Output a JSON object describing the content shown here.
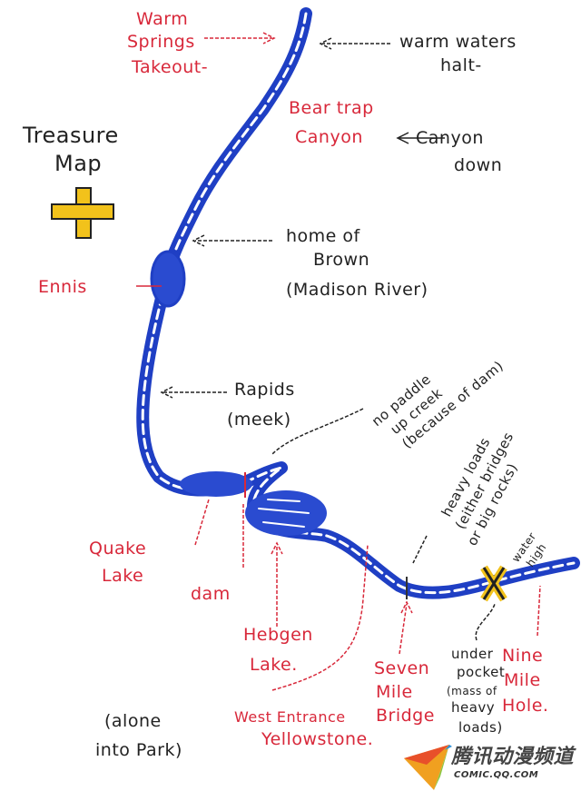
{
  "title": "Treasure Map",
  "labels": {
    "warm_springs": [
      "Warm",
      "Springs",
      "Takeout-"
    ],
    "warm_waters": [
      "warm waters",
      "halt-"
    ],
    "bear_trap": [
      "Bear trap",
      "Canyon"
    ],
    "canyon_down": [
      "Canyon",
      "down"
    ],
    "treasure": [
      "Treasure",
      "Map"
    ],
    "home_of_brown": [
      "home of",
      "Brown",
      "(Madison River)"
    ],
    "ennis": "Ennis",
    "rapids": [
      "Rapids",
      "(meek)"
    ],
    "no_paddle": [
      "no paddle",
      "up creek",
      "(because of dam)"
    ],
    "quake_lake": [
      "Quake",
      "Lake"
    ],
    "dam": "dam",
    "hebgen": [
      "Hebgen",
      "Lake."
    ],
    "heavy_loads": [
      "heavy loads",
      "(either bridges",
      "or big rocks)"
    ],
    "water_high": [
      "water",
      "high"
    ],
    "seven_mile": [
      "Seven",
      "Mile",
      "Bridge"
    ],
    "under_pocket": [
      "under",
      "pocket",
      "(mass of",
      "heavy",
      "loads)"
    ],
    "nine_mile": [
      "Nine",
      "Mile",
      "Hole."
    ],
    "west_entrance": [
      "West Entrance",
      "Yellowstone."
    ],
    "alone_park": [
      "(alone",
      "into Park)"
    ]
  },
  "watermark": {
    "cn": "腾讯动漫频道",
    "en": "COMIC.QQ.COM"
  },
  "colors": {
    "river": "#1f3fc4",
    "red": "#d8283a",
    "treasure": "#f2c21b"
  }
}
